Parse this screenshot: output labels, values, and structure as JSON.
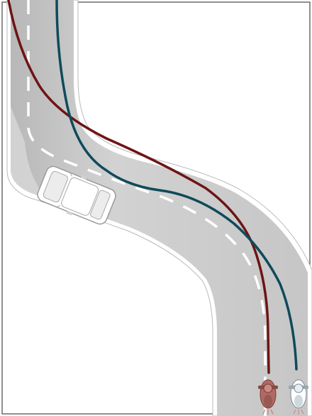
{
  "diagram": {
    "description_hidden": "",
    "road_color": "#c8c8c8",
    "road_shadow_color": "#b4b4b4",
    "road_edge_color": "#ffffff",
    "lane_marking_color": "#ffffff",
    "frame_color": "#6b6b6b",
    "paths": [
      {
        "id": "red-line",
        "color": "#6e1414"
      },
      {
        "id": "teal-line",
        "color": "#0f4a5a"
      }
    ],
    "vehicles": [
      {
        "id": "car",
        "kind": "car-icon",
        "color": "#ffffff"
      },
      {
        "id": "motorcycle-red",
        "kind": "motorcycle-icon",
        "color": "#b06a64"
      },
      {
        "id": "motorcycle-teal",
        "kind": "motorcycle-icon",
        "color": "#ffffff"
      }
    ]
  }
}
